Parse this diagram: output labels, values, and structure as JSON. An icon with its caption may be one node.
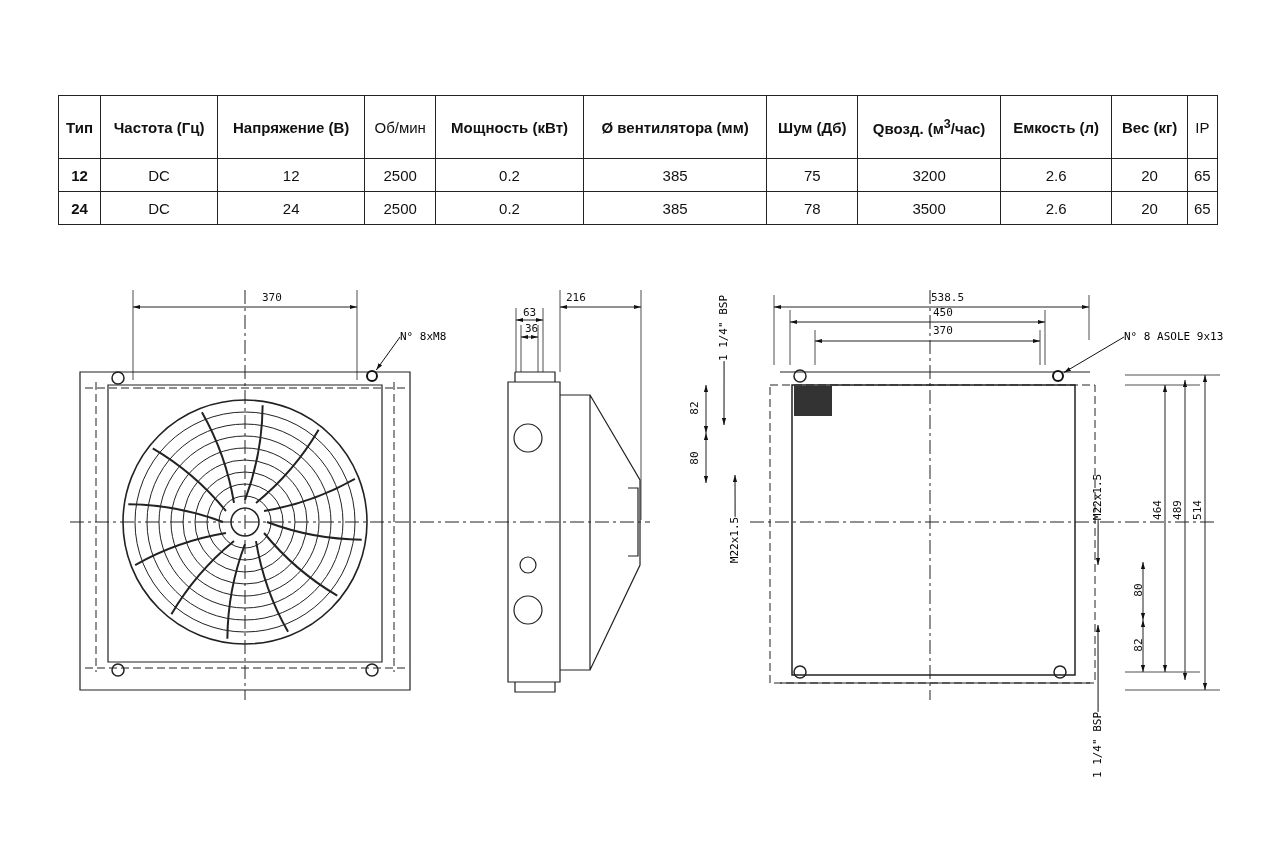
{
  "diagram": {
    "nodes": [
      {
        "text": [
          "N° 8xM8"
        ]
      },
      {
        "text": [],
        "shape": "circle"
      },
      {
        "text": [
          "N° 8 ASOLE 9x13"
        ]
      },
      {
        "text": [],
        "shape": "circle"
      },
      {
        "text": [
          "1 1/4\" BSP"
        ]
      },
      {
        "text": [
          "M22x1.5"
        ]
      },
      {
        "text": [
          "M22x1.5"
        ]
      },
      {
        "text": [
          "1 1/4\" BSP"
        ]
      }
    ],
    "edges": [
      {
        "from": 0,
        "to": 1,
        "arrow": "to"
      },
      {
        "from": 2,
        "to": 3,
        "arrow": "to"
      },
      {
        "from": 4,
        "to": null,
        "arrow": "to"
      },
      {
        "from": 5,
        "to": null,
        "arrow": "to"
      },
      {
        "from": 6,
        "to": null,
        "arrow": "to"
      },
      {
        "from": 7,
        "to": null,
        "arrow": "to"
      }
    ],
    "labels": [
      "Тип",
      "Частота (Гц)",
      "Напряжение (В)",
      "Об/мин",
      "Мощность (кВт)",
      "Ø вентилятора (мм)",
      "Шум (Дб)",
      "Qвозд. (м$^{3}$/час)",
      "Емкость (л)",
      "Вес (кг)",
      "IP",
      "12",
      "DC",
      "12",
      "2500",
      "0.2",
      "385",
      "75",
      "3200",
      "2.6",
      "20",
      "65",
      "24",
      "DC",
      "24",
      "2500",
      "0.2",
      "385",
      "78",
      "3500",
      "2.6",
      "20",
      "65",
      "370",
      "216",
      "63",
      "36",
      "538.5",
      "450",
      "370",
      "82",
      "80",
      "464",
      "489",
      "514",
      "80",
      "82"
    ]
  }
}
